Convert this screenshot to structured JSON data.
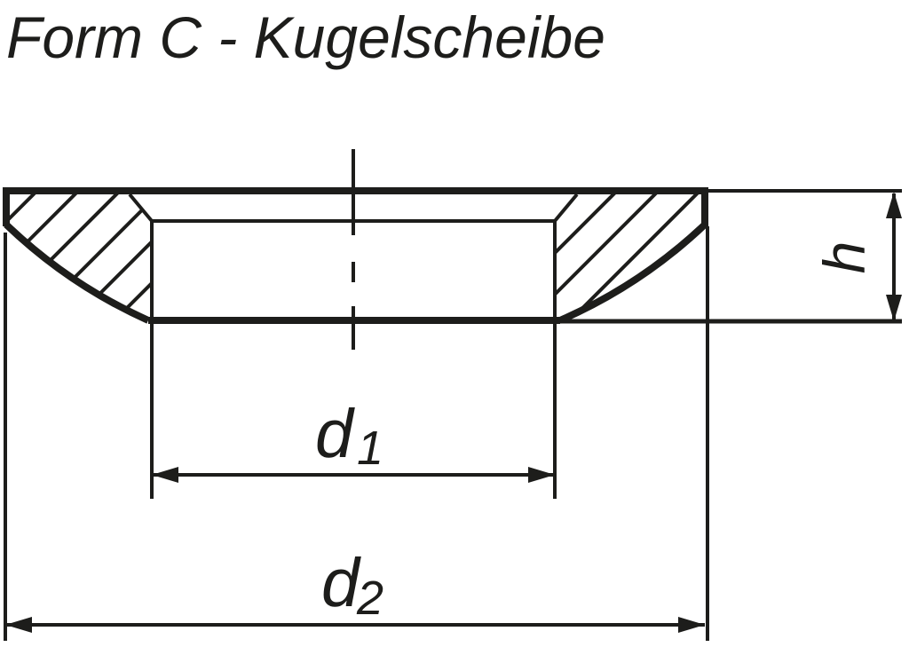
{
  "title": "Form C - Kugelscheibe",
  "colors": {
    "ink": "#1d1d1b",
    "background": "#ffffff"
  },
  "dimension_labels": {
    "d1": {
      "base": "d",
      "sub": "1"
    },
    "d2": {
      "base": "d",
      "sub": "2"
    },
    "h": "h"
  }
}
